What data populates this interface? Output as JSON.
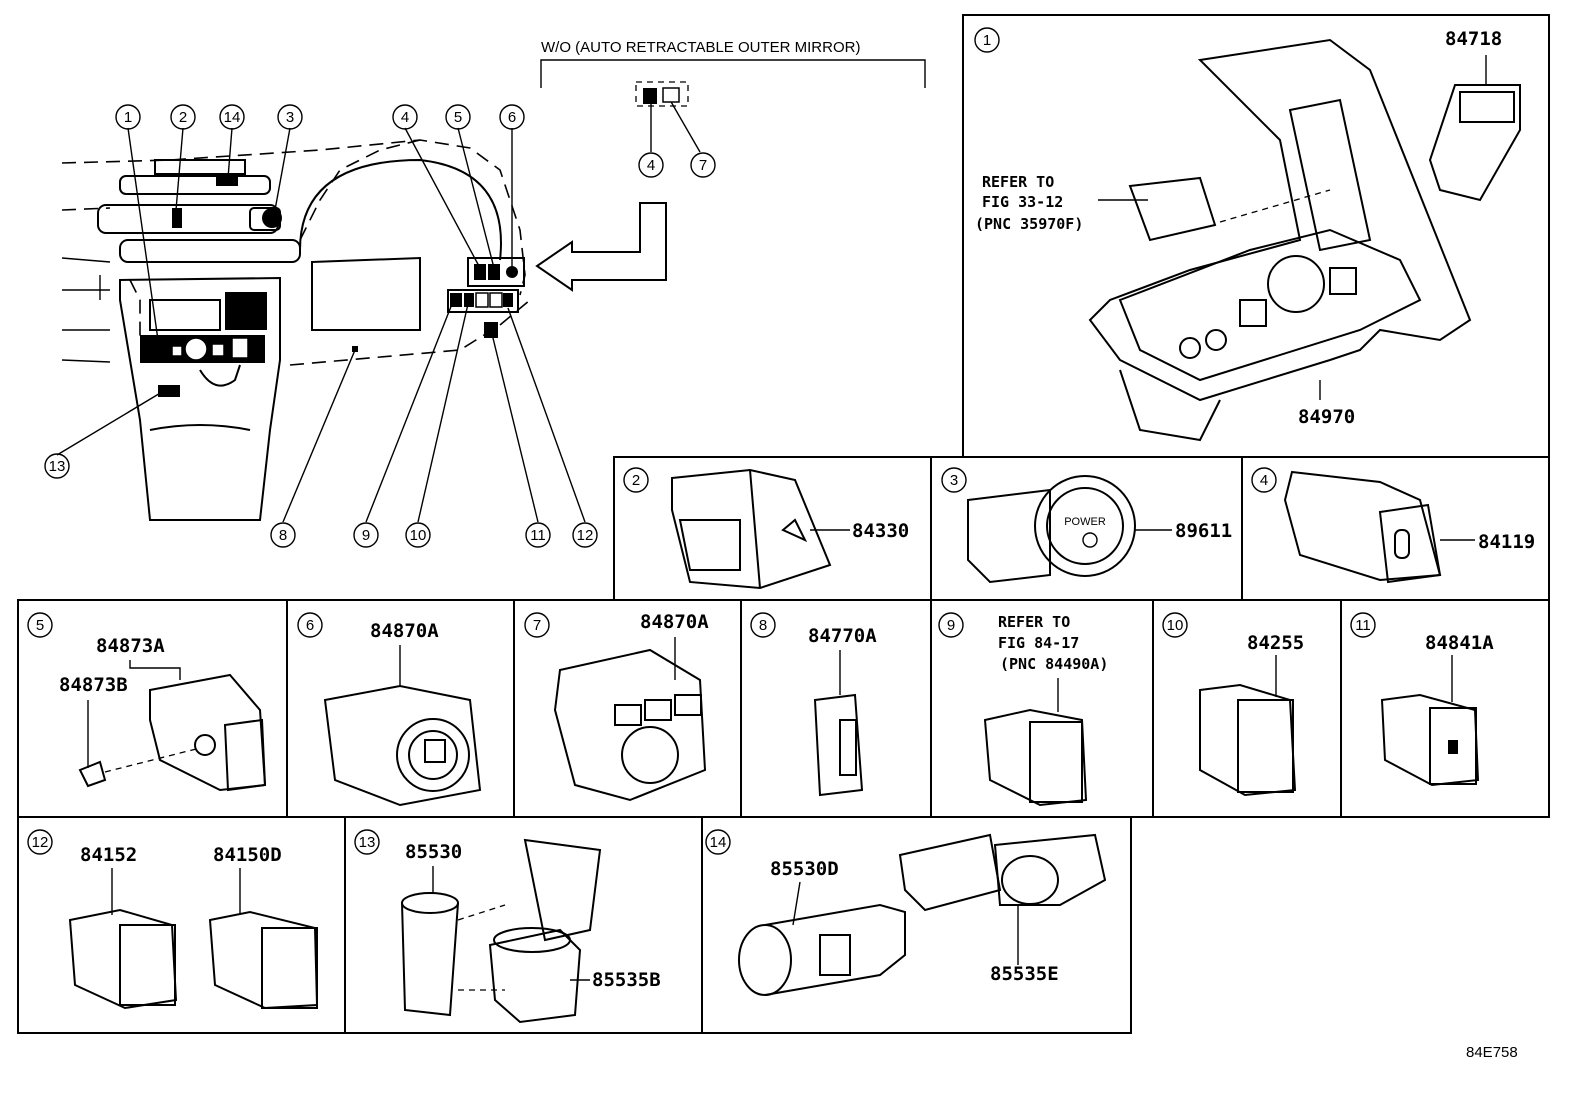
{
  "callouts": {
    "c1": "1",
    "c2": "2",
    "c3": "3",
    "c4": "4",
    "c5": "5",
    "c6": "6",
    "c7": "7",
    "c8": "8",
    "c9": "9",
    "c10": "10",
    "c11": "11",
    "c12": "12",
    "c13": "13",
    "c14": "14"
  },
  "variant_label": "W/O (AUTO RETRACTABLE OUTER MIRROR)",
  "panels": {
    "p1": {
      "num": "1",
      "parts": [
        "84718",
        "84970"
      ],
      "refer": [
        "REFER TO",
        "FIG 33-12",
        "(PNC 35970F)"
      ]
    },
    "p2": {
      "num": "2",
      "parts": [
        "84330"
      ]
    },
    "p3": {
      "num": "3",
      "parts": [
        "89611"
      ],
      "button_text": "POWER"
    },
    "p4": {
      "num": "4",
      "parts": [
        "84119"
      ]
    },
    "p5": {
      "num": "5",
      "parts": [
        "84873A",
        "84873B"
      ]
    },
    "p6": {
      "num": "6",
      "parts": [
        "84870A"
      ]
    },
    "p7": {
      "num": "7",
      "parts": [
        "84870A"
      ]
    },
    "p8": {
      "num": "8",
      "parts": [
        "84770A"
      ]
    },
    "p9": {
      "num": "9",
      "parts": [],
      "refer": [
        "REFER TO",
        "FIG 84-17",
        "(PNC 84490A)"
      ]
    },
    "p10": {
      "num": "10",
      "parts": [
        "84255"
      ]
    },
    "p11": {
      "num": "11",
      "parts": [
        "84841A"
      ]
    },
    "p12": {
      "num": "12",
      "parts": [
        "84152",
        "84150D"
      ]
    },
    "p13": {
      "num": "13",
      "parts": [
        "85530",
        "85535B"
      ]
    },
    "p14": {
      "num": "14",
      "parts": [
        "85530D",
        "85535E"
      ]
    }
  },
  "figure_id": "84E758"
}
